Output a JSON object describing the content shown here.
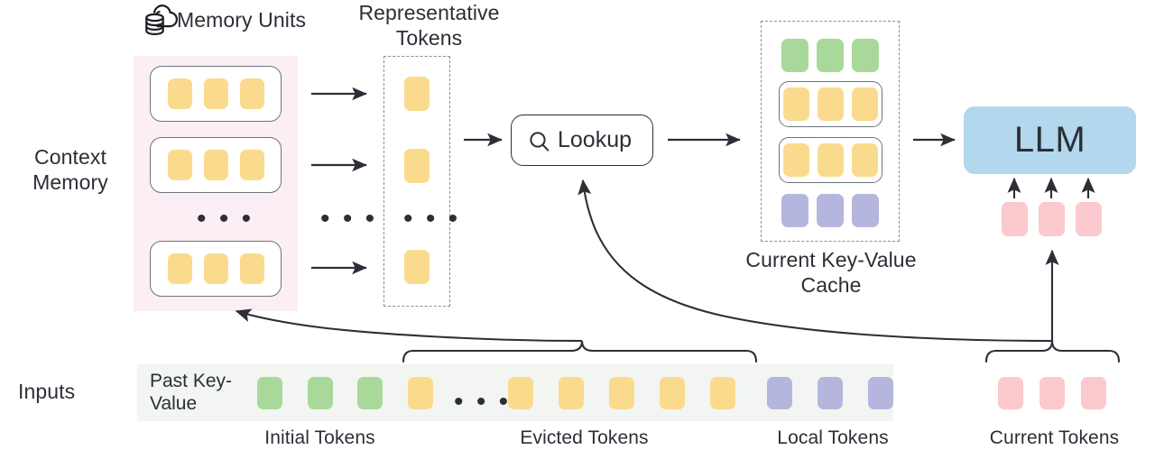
{
  "diagram": {
    "title_icon": "cloud-database-icon",
    "labels": {
      "memory_units": "Memory Units",
      "representative_tokens": "Representative\nTokens",
      "context_memory": "Context\nMemory",
      "lookup": "Lookup",
      "current_kv_cache": "Current Key-Value\nCache",
      "llm": "LLM",
      "inputs": "Inputs",
      "past_key_value": "Past\nKey-Value",
      "initial_tokens": "Initial Tokens",
      "evicted_tokens": "Evicted Tokens",
      "local_tokens": "Local Tokens",
      "current_tokens": "Current Tokens",
      "ellipsis": "• • •"
    },
    "colors": {
      "yellow_token": "#fadb8e",
      "green_token": "#a8d99a",
      "purple_token": "#b5b6de",
      "pink_token": "#fbc9ce",
      "llm_blue": "#b3d7ec",
      "context_memory_bg": "#fbeef5",
      "inputs_bg": "#f3f5f3",
      "stroke": "#2b2f36",
      "dashed_stroke": "#8a8d92"
    },
    "context_memory": {
      "memory_units": [
        {
          "id": "memory-unit-1",
          "tokens": [
            "yellow",
            "yellow",
            "yellow"
          ]
        },
        {
          "id": "memory-unit-2",
          "tokens": [
            "yellow",
            "yellow",
            "yellow"
          ]
        },
        {
          "id": "memory-unit-n",
          "tokens": [
            "yellow",
            "yellow",
            "yellow"
          ]
        }
      ],
      "ellipsis_between": "• • •"
    },
    "representative_tokens": {
      "tokens": [
        "yellow",
        "yellow",
        "yellow"
      ],
      "ellipsis_between": "• • •"
    },
    "kv_cache": {
      "rows": [
        {
          "id": "kv-row-initial",
          "tokens": [
            "green",
            "green",
            "green"
          ],
          "grouped": false
        },
        {
          "id": "kv-row-retrieved-1",
          "tokens": [
            "yellow",
            "yellow",
            "yellow"
          ],
          "grouped": true
        },
        {
          "id": "kv-row-retrieved-2",
          "tokens": [
            "yellow",
            "yellow",
            "yellow"
          ],
          "grouped": true
        },
        {
          "id": "kv-row-local",
          "tokens": [
            "purple",
            "purple",
            "purple"
          ],
          "grouped": false
        }
      ]
    },
    "llm_inputs": {
      "tokens": [
        "pink",
        "pink",
        "pink"
      ]
    },
    "inputs_sequence": {
      "groups": [
        {
          "name": "initial",
          "label": "Initial Tokens",
          "tokens": [
            "green",
            "green",
            "green"
          ]
        },
        {
          "name": "evicted",
          "label": "Evicted Tokens",
          "tokens": [
            "yellow",
            "ellipsis",
            "yellow",
            "yellow",
            "yellow",
            "yellow",
            "yellow"
          ]
        },
        {
          "name": "local",
          "label": "Local Tokens",
          "tokens": [
            "purple",
            "purple",
            "purple"
          ]
        }
      ],
      "current": {
        "name": "current",
        "label": "Current Tokens",
        "tokens": [
          "pink",
          "pink",
          "pink"
        ]
      }
    },
    "arrows": [
      {
        "name": "memory-unit-1-to-rep-token-1",
        "type": "straight"
      },
      {
        "name": "memory-unit-2-to-rep-token-2",
        "type": "straight"
      },
      {
        "name": "memory-unit-n-to-rep-token-n",
        "type": "straight"
      },
      {
        "name": "rep-tokens-to-lookup",
        "type": "straight"
      },
      {
        "name": "lookup-to-kv-cache",
        "type": "straight"
      },
      {
        "name": "kv-cache-to-llm",
        "type": "straight"
      },
      {
        "name": "evicted-tokens-to-context-memory",
        "type": "curved"
      },
      {
        "name": "current-tokens-to-lookup",
        "type": "curved"
      },
      {
        "name": "current-tokens-to-llm-inputs",
        "type": "straight-vertical"
      },
      {
        "name": "llm-input-token-1-arrow",
        "type": "straight-vertical"
      },
      {
        "name": "llm-input-token-2-arrow",
        "type": "straight-vertical"
      },
      {
        "name": "llm-input-token-3-arrow",
        "type": "straight-vertical"
      }
    ]
  }
}
